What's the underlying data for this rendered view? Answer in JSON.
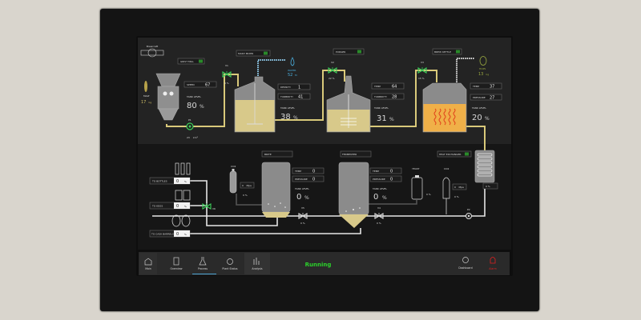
{
  "logo": {
    "text": "Brewcraft"
  },
  "labels": {
    "grist_mill": "GRIST MILL",
    "mash_mixer": "MASH MIXER",
    "purger": "PURGER",
    "brew_kettle": "BREW KETTLE",
    "heat_exchanger": "HEAT EXCHANGER",
    "brite": "BRITE",
    "fermenter": "FERMENTER",
    "to_bottles": "TO BOTTLES",
    "to_kegs": "TO KEGS",
    "to_cask_barrels": "TO CASK BARRELS",
    "co2": "CO2",
    "yeast": "YEAST",
    "tank_level": "TANK LEVEL"
  },
  "malt": {
    "label": "MALT",
    "value": "17",
    "unit": "kg"
  },
  "hops": {
    "label": "HOPS",
    "value": "13",
    "unit": "kg"
  },
  "water": {
    "label": "WATER",
    "value": "52",
    "unit": "M"
  },
  "mill": {
    "speed_label": "SPEED",
    "speed": "67",
    "level": "80",
    "unit": "%"
  },
  "p1": {
    "label": "P1",
    "value": "23",
    "unit": "km³"
  },
  "p2": {
    "label": "P2"
  },
  "valves": [
    {
      "label": "V1",
      "value": "0 %"
    },
    {
      "label": "V2",
      "value": "22 %"
    },
    {
      "label": "V3",
      "value": "15 %"
    },
    {
      "label": "V4",
      "value": "0 %"
    },
    {
      "label": "V5",
      "value": "0 %"
    },
    {
      "label": "V6",
      "value": ""
    }
  ],
  "mash": {
    "density_label": "DENSITY",
    "density": "1",
    "turbidity_label": "TURBIDITY",
    "turbidity": "41",
    "level": "38"
  },
  "purger": {
    "temp_label": "TEMP",
    "temp": "64",
    "turbidity_label": "TURBIDITY",
    "turbidity": "28",
    "level": "31"
  },
  "kettle": {
    "temp_label": "TEMP",
    "temp": "37",
    "pressure_label": "PRESSURE",
    "pressure": "27",
    "level": "20"
  },
  "hx": {
    "value": "0 %"
  },
  "brite": {
    "temp_label": "TEMP",
    "temp": "0",
    "pressure_label": "PRESSURE",
    "pressure": "0",
    "level": "0"
  },
  "fermenter": {
    "temp_label": "TEMP",
    "temp": "0",
    "pressure_label": "PRESSURE",
    "pressure": "0",
    "level": "0"
  },
  "co2_a": {
    "pressure": "0",
    "unit": "Mpa",
    "level": "0 %"
  },
  "co2_b": {
    "pressure": "0",
    "unit": "Mpa",
    "level": "0 %"
  },
  "yeast": {
    "level": "0 %"
  },
  "outputs": {
    "bottles": "0",
    "kegs": "0",
    "cask": "0",
    "unit": "%"
  },
  "pct": "%",
  "nav": {
    "main": "Main",
    "overview": "Overview",
    "process": "Process",
    "plant_status": "Plant Status",
    "analysis": "Analysis",
    "status": "Running",
    "dashboard": "Dashboard",
    "alarm": "Alarm"
  },
  "colors": {
    "running": "#2bd12b",
    "alarm": "#e02020",
    "valve": "#3ccf5a",
    "liquid": "#d8c98a",
    "heat": "#f0b048"
  }
}
